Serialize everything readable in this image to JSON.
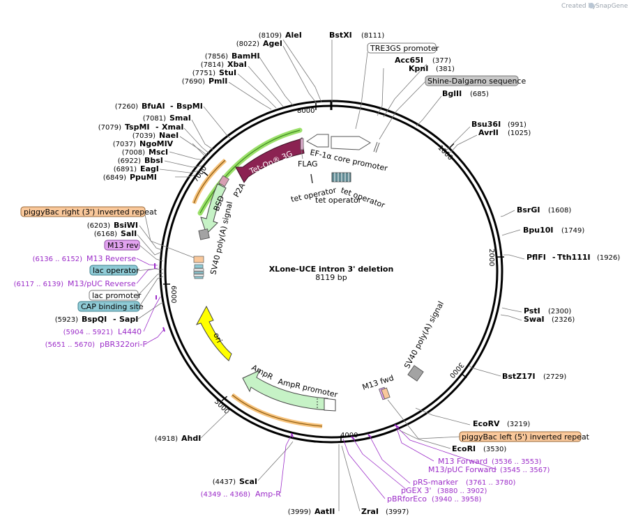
{
  "branding": {
    "created_by": "Created by",
    "app": "SnapGene"
  },
  "plasmid": {
    "name": "XLone-UCE intron 3' deletion",
    "length": "8119 bp"
  },
  "ring_ticks": [
    "1000",
    "2000",
    "3000",
    "4000",
    "5000",
    "6000",
    "7000",
    "8000"
  ],
  "sites": [
    {
      "name": "AleI",
      "pos": "(8109)"
    },
    {
      "name": "BstXI",
      "pos": "(8111)"
    },
    {
      "name": "AgeI",
      "pos": "(8022)"
    },
    {
      "name": "BamHI",
      "pos": "(7856)"
    },
    {
      "name": "XbaI",
      "pos": "(7814)"
    },
    {
      "name": "StuI",
      "pos": "(7751)"
    },
    {
      "name": "PmlI",
      "pos": "(7690)"
    },
    {
      "name": "BfuAI",
      "pos": "(7260)"
    },
    {
      "name": "BspMI",
      "pos": ""
    },
    {
      "name": "SmaI",
      "pos": "(7081)"
    },
    {
      "name": "TspMI",
      "pos": "(7079)"
    },
    {
      "name": "XmaI",
      "pos": ""
    },
    {
      "name": "NaeI",
      "pos": "(7039)"
    },
    {
      "name": "NgoMIV",
      "pos": "(7037)"
    },
    {
      "name": "MscI",
      "pos": "(7008)"
    },
    {
      "name": "BbsI",
      "pos": "(6922)"
    },
    {
      "name": "EagI",
      "pos": "(6891)"
    },
    {
      "name": "PpuMI",
      "pos": "(6849)"
    },
    {
      "name": "BsiWI",
      "pos": "(6203)"
    },
    {
      "name": "SalI",
      "pos": "(6168)"
    },
    {
      "name": "BspQI",
      "pos": "(5923)"
    },
    {
      "name": "SapI",
      "pos": ""
    },
    {
      "name": "AhdI",
      "pos": "(4918)"
    },
    {
      "name": "ScaI",
      "pos": "(4437)"
    },
    {
      "name": "AatII",
      "pos": "(3999)"
    },
    {
      "name": "ZraI",
      "pos": "(3997)"
    },
    {
      "name": "Acc65I",
      "pos": "(377)"
    },
    {
      "name": "KpnI",
      "pos": "(381)"
    },
    {
      "name": "BglII",
      "pos": "(685)"
    },
    {
      "name": "Bsu36I",
      "pos": "(991)"
    },
    {
      "name": "AvrII",
      "pos": "(1025)"
    },
    {
      "name": "BsrGI",
      "pos": "(1608)"
    },
    {
      "name": "Bpu10I",
      "pos": "(1749)"
    },
    {
      "name": "PflFI",
      "pos": "(1926)"
    },
    {
      "name": "Tth111I",
      "pos": ""
    },
    {
      "name": "PstI",
      "pos": "(2300)"
    },
    {
      "name": "SwaI",
      "pos": "(2326)"
    },
    {
      "name": "BstZ17I",
      "pos": "(2729)"
    },
    {
      "name": "EcoRV",
      "pos": "(3219)"
    },
    {
      "name": "EcoRI",
      "pos": "(3530)"
    }
  ],
  "boxed_features": [
    {
      "name": "TRE3GS promoter",
      "fill": "#ffffff"
    },
    {
      "name": "Shine-Dalgarno sequence",
      "fill": "#c8c8c8"
    },
    {
      "name": "piggyBac right (3') inverted repeat",
      "fill": "#f9c89b"
    },
    {
      "name": "M13 rev",
      "fill": "#e2a3f0"
    },
    {
      "name": "lac operator",
      "fill": "#8fcbd6"
    },
    {
      "name": "lac promoter",
      "fill": "#ffffff"
    },
    {
      "name": "CAP binding site",
      "fill": "#8fcbd6"
    },
    {
      "name": "piggyBac left (5') inverted repeat",
      "fill": "#f9c89b"
    }
  ],
  "primers": [
    {
      "name": "M13 Reverse",
      "pos": "(6136 .. 6152)"
    },
    {
      "name": "M13/pUC Reverse",
      "pos": "(6117 .. 6139)"
    },
    {
      "name": "L4440",
      "pos": "(5904 .. 5921)"
    },
    {
      "name": "pBR322ori-F",
      "pos": "(5651 .. 5670)"
    },
    {
      "name": "Amp-R",
      "pos": "(4349 .. 4368)"
    },
    {
      "name": "M13 Forward",
      "pos": "(3536 .. 3553)"
    },
    {
      "name": "M13/pUC Forward",
      "pos": "(3545 .. 3567)"
    },
    {
      "name": "pRS-marker",
      "pos": "(3761 .. 3780)"
    },
    {
      "name": "pGEX 3'",
      "pos": "(3880 .. 3902)"
    },
    {
      "name": "pBRforEco",
      "pos": "(3940 .. 3958)"
    }
  ],
  "inner_features": {
    "tet_on": "Tet-On® 3G",
    "flag": "FLAG",
    "ef1a": "EF-1α core promoter",
    "tet_op_1": "tet operator",
    "tet_op_2": "tet operator",
    "tet_op_3": "tet operator",
    "p2a": "P2A",
    "bsd": "BSD",
    "sv40_left": "SV40 poly(A) signal",
    "sv40_right": "SV40 poly(A) signal",
    "ori": "ori",
    "ampr": "AmpR",
    "ampr_promoter": "AmpR promoter",
    "m13fwd": "M13 fwd"
  },
  "colors": {
    "tet_on": "#8b2252",
    "bsd": "#c6f2c6",
    "ori": "#ffff00",
    "ampr": "#c6f2c6",
    "piggybac": "#f9c89b",
    "m13": "#e2a3f0",
    "primer": "#9b2bc8",
    "highlight_green": "#9be06a",
    "highlight_orange": "#f7c27a"
  }
}
